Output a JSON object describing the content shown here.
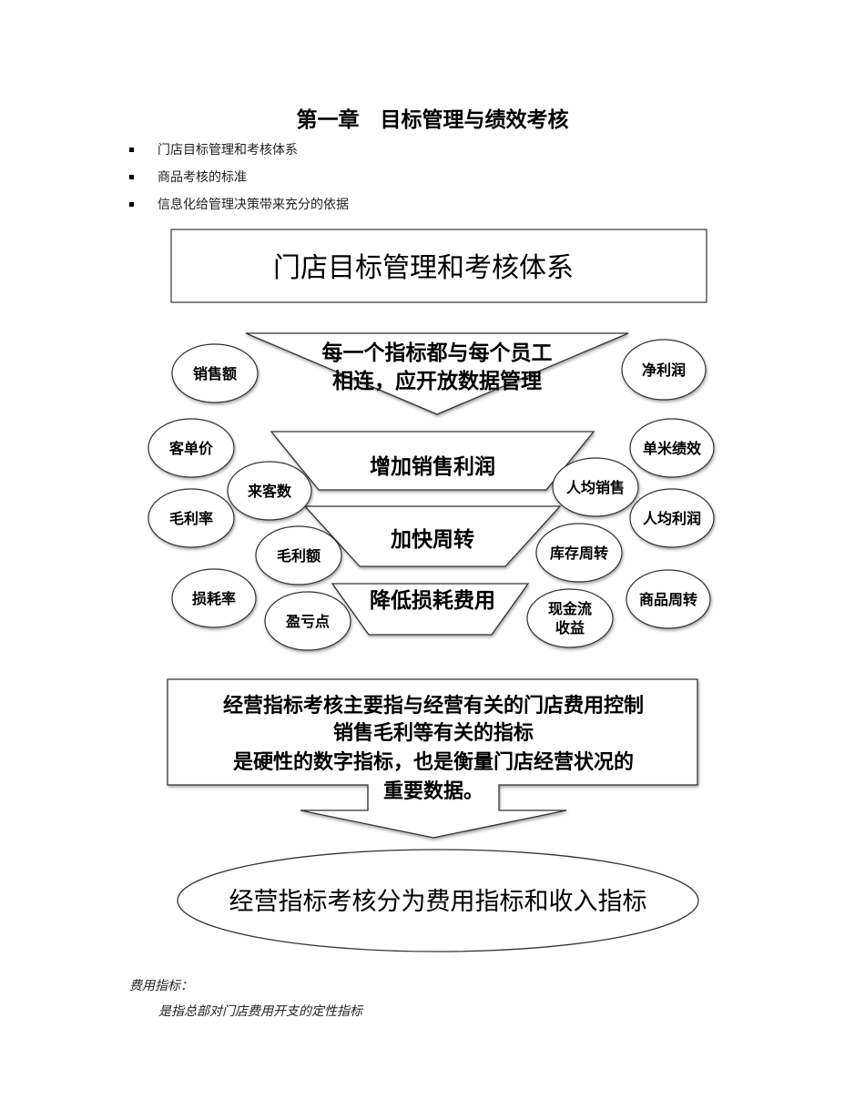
{
  "chapter_title": "第一章　目标管理与绩效考核",
  "bullets": [
    "门店目标管理和考核体系",
    "商品考核的标准",
    "信息化给管理决策带来充分的依据"
  ],
  "diagram": {
    "header": "门店目标管理和考核体系",
    "funnel": {
      "top_line1": "每一个指标都与每个员工",
      "top_line2": "相连，应开放数据管理",
      "mid": "增加销售利润",
      "lower": "加快周转",
      "bottom": "降低损耗费用"
    },
    "ovals": {
      "sales": "销售额",
      "net_profit": "净利润",
      "avg_ticket": "客单价",
      "per_meter": "单米绩效",
      "customer_count": "来客数",
      "per_capita_sales": "人均销售",
      "margin_rate": "毛利率",
      "per_capita_profit": "人均利润",
      "gross_margin": "毛利额",
      "inventory_turnover": "库存周转",
      "loss_rate": "损耗率",
      "breakeven": "盈亏点",
      "cashflow_line1": "现金流",
      "cashflow_line2": "收益",
      "product_turnover": "商品周转"
    },
    "desc_box": {
      "line1": "经营指标考核主要指与经营有关的门店费用控制",
      "line2": "销售毛利等有关的指标",
      "line3": "是硬性的数字指标，也是衡量门店经营状况的",
      "line4": "重要数据。"
    },
    "ellipse": "经营指标考核分为费用指标和收入指标"
  },
  "footer": {
    "label": "费用指标：",
    "text": "是指总部对门店费用开支的定性指标"
  }
}
